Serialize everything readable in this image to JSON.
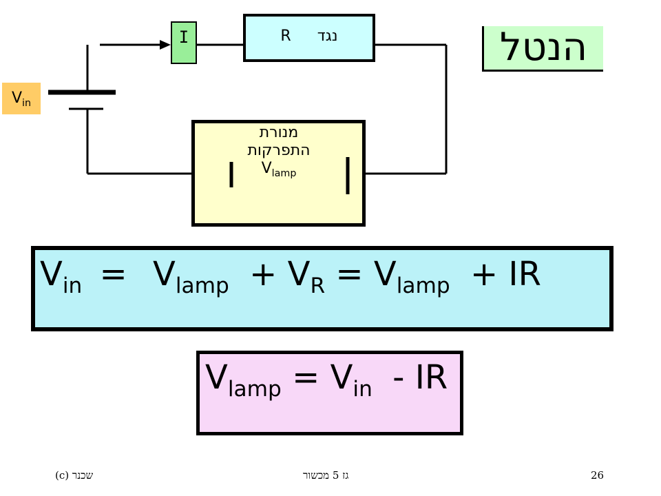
{
  "title": "הנטל",
  "resistor": {
    "name": "נגד",
    "symbol": "R"
  },
  "ammeter": {
    "label": "I"
  },
  "source": {
    "label": "V",
    "sub": "in"
  },
  "lamp": {
    "line1": "מנורת",
    "line2": "התפרקות",
    "symbol": "V",
    "symbol_sub": "lamp"
  },
  "equation1": {
    "vin": "V",
    "vin_sub": "in",
    "eq_a": "=",
    "vlamp": "V",
    "vlamp_sub": "lamp",
    "plus_a": "+",
    "vr": "V",
    "vr_sub": "R",
    "eq_b": "=",
    "vlamp2": "V",
    "vlamp2_sub": "lamp",
    "plus_b": "+",
    "ir": "IR"
  },
  "equation2": {
    "vlamp": "V",
    "vlamp_sub": "lamp",
    "eq": "=",
    "vin": "V",
    "vin_sub": "in",
    "minus": "-",
    "ir": "IR"
  },
  "footer": {
    "left": "שכנר  (c)",
    "center": "גז 5 מכשור",
    "page": "26"
  },
  "colors": {
    "title_bg": "#ccffcc",
    "resistor_bg": "#ccffff",
    "ammeter_bg": "#99ee99",
    "source_bg": "#ffcc66",
    "lamp_bg": "#ffffcc",
    "eq1_bg": "#bbf2f8",
    "eq2_bg": "#f8d8f8"
  }
}
